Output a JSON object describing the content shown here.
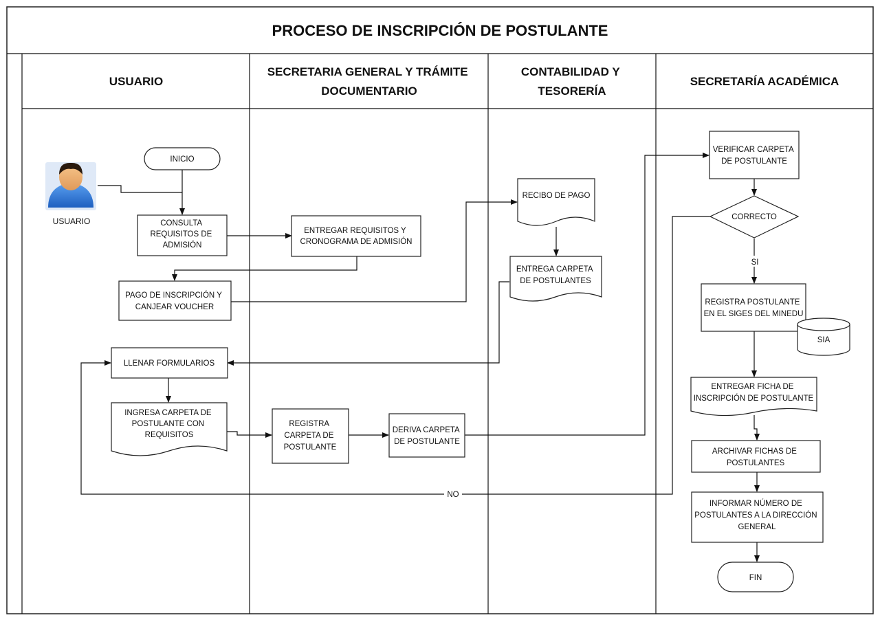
{
  "title": "PROCESO DE INSCRIPCIÓN DE POSTULANTE",
  "lanes": [
    {
      "id": "usuario",
      "lines": [
        "USUARIO"
      ]
    },
    {
      "id": "secretaria-general",
      "lines": [
        "SECRETARIA GENERAL Y TRÁMITE",
        "DOCUMENTARIO"
      ]
    },
    {
      "id": "contabilidad",
      "lines": [
        "CONTABILIDAD Y",
        "TESORERÍA"
      ]
    },
    {
      "id": "secretaria-academica",
      "lines": [
        "SECRETARÍA ACADÉMICA"
      ]
    }
  ],
  "actor": {
    "label": "USUARIO"
  },
  "nodes": {
    "inicio": {
      "lines": [
        "INICIO"
      ]
    },
    "consulta": {
      "lines": [
        "CONSULTA",
        "REQUISITOS DE",
        "ADMISIÓN"
      ]
    },
    "entregar_requisitos": {
      "lines": [
        "ENTREGAR REQUISITOS Y",
        "CRONOGRAMA DE ADMISIÓN"
      ]
    },
    "pago": {
      "lines": [
        "PAGO DE INSCRIPCIÓN Y",
        "CANJEAR VOUCHER"
      ]
    },
    "recibo": {
      "lines": [
        "RECIBO DE PAGO"
      ]
    },
    "entrega_carpeta": {
      "lines": [
        "ENTREGA CARPETA",
        "DE POSTULANTES"
      ]
    },
    "llenar": {
      "lines": [
        "LLENAR FORMULARIOS"
      ]
    },
    "ingresa": {
      "lines": [
        "INGRESA CARPETA DE",
        "POSTULANTE CON",
        "REQUISITOS"
      ]
    },
    "registra_carpeta": {
      "lines": [
        "REGISTRA",
        "CARPETA DE",
        "POSTULANTE"
      ]
    },
    "deriva": {
      "lines": [
        "DERIVA CARPETA",
        "DE POSTULANTE"
      ]
    },
    "verificar": {
      "lines": [
        "VERIFICAR CARPETA",
        "DE POSTULANTE"
      ]
    },
    "correcto": {
      "lines": [
        "CORRECTO"
      ]
    },
    "registra_postulante": {
      "lines": [
        "REGISTRA POSTULANTE",
        "EN EL SIGES DEL MINEDU"
      ]
    },
    "sia": {
      "lines": [
        "SIA"
      ]
    },
    "entregar_ficha": {
      "lines": [
        "ENTREGAR FICHA DE",
        "INSCRIPCIÓN DE POSTULANTE"
      ]
    },
    "archivar": {
      "lines": [
        "ARCHIVAR FICHAS DE",
        "POSTULANTES"
      ]
    },
    "informar": {
      "lines": [
        "INFORMAR NÚMERO DE",
        "POSTULANTES A LA DIRECCIÓN",
        "GENERAL"
      ]
    },
    "fin": {
      "lines": [
        "FIN"
      ]
    }
  },
  "edge_labels": {
    "si": "SI",
    "no": "NO"
  }
}
